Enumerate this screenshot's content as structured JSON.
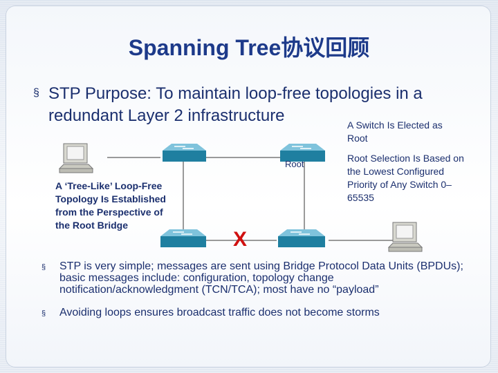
{
  "slide": {
    "title": "Spanning Tree协议回顾",
    "main_bullet_marker": "§",
    "main_bullet_text": "STP Purpose: To maintain loop-free topologies in a redundant Layer 2 infrastructure"
  },
  "diagram": {
    "label_switch_elected": "A Switch Is Elected as Root",
    "label_root_selection": "Root Selection Is Based on the Lowest Configured Priority of Any Switch 0–65535",
    "label_tree_like": "A ‘Tree-Like’ Loop-Free Topology Is Established from the Perspective of the Root Bridge",
    "root_switch_label": "Root",
    "blocked_link_marker": "X"
  },
  "sub_bullets": [
    {
      "marker": "§",
      "text": "STP is very simple; messages are sent using Bridge Protocol Data Units (BPDUs); basic messages include: configuration, topology change notification/acknowledgment (TCN/TCA); most have no “payload”"
    },
    {
      "marker": "§",
      "text": "Avoiding loops ensures broadcast traffic does not become storms"
    }
  ],
  "colors": {
    "title": "#1d3a8a",
    "body_text": "#1b2f6e",
    "switch_fill": "#1f7fa0",
    "blocked_marker": "#d01010"
  }
}
